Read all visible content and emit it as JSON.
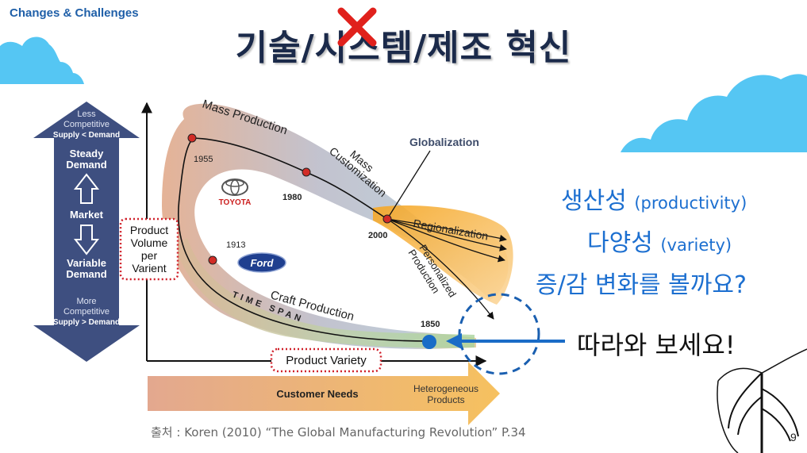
{
  "header": {
    "section_label": "Changes & Challenges",
    "title": "기술/시스템/제조 혁신"
  },
  "diagram": {
    "market_arrow": {
      "top_line1": "Less",
      "top_line2": "Competitive",
      "top_line3": "Supply < Demand",
      "steady_line1": "Steady",
      "steady_line2": "Demand",
      "market": "Market",
      "variable_line1": "Variable",
      "variable_line2": "Demand",
      "bottom_line1": "More",
      "bottom_line2": "Competitive",
      "bottom_line3": "Supply > Demand"
    },
    "y_label_lines": [
      "Product",
      "Volume",
      "per",
      "Varient"
    ],
    "x_label": "Product Variety",
    "curve_labels": {
      "mass_production": "Mass Production",
      "mass_customization_line1": "Mass",
      "mass_customization_line2": "Customization",
      "globalization": "Globalization",
      "regionalization": "Regionalization",
      "personalized_line1": "Personalized",
      "personalized_line2": "Production",
      "craft_production": "Craft Production",
      "time_span": "TIME SPAN"
    },
    "years": {
      "y1955": "1955",
      "y1980": "1980",
      "y2000": "2000",
      "y1913": "1913",
      "y1850": "1850"
    },
    "logos": {
      "toyota": "TOYOTA",
      "ford": "Ford"
    },
    "needs_arrow": {
      "customer_needs": "Customer Needs",
      "heterogeneous_line1": "Heterogeneous",
      "heterogeneous_line2": "Products"
    }
  },
  "right_panel": {
    "productivity_ko": "생산성",
    "productivity_en": "(productivity)",
    "variety_ko": "다양성",
    "variety_en": "(variety)",
    "question": "증/감 변화를 볼까요?",
    "follow": "따라와 보세요!"
  },
  "footer": {
    "source": "출처 : Koren (2010) “The Global Manufacturing Revolution” P.34",
    "page_number": "9"
  },
  "colors": {
    "accent_blue": "#1c6fd0",
    "title_navy": "#1b2a4a",
    "market_arrow": "#3e4f80",
    "dotted_red": "#d0202a",
    "cloud": "#55c6f3",
    "x_mark": "#e0211c"
  }
}
